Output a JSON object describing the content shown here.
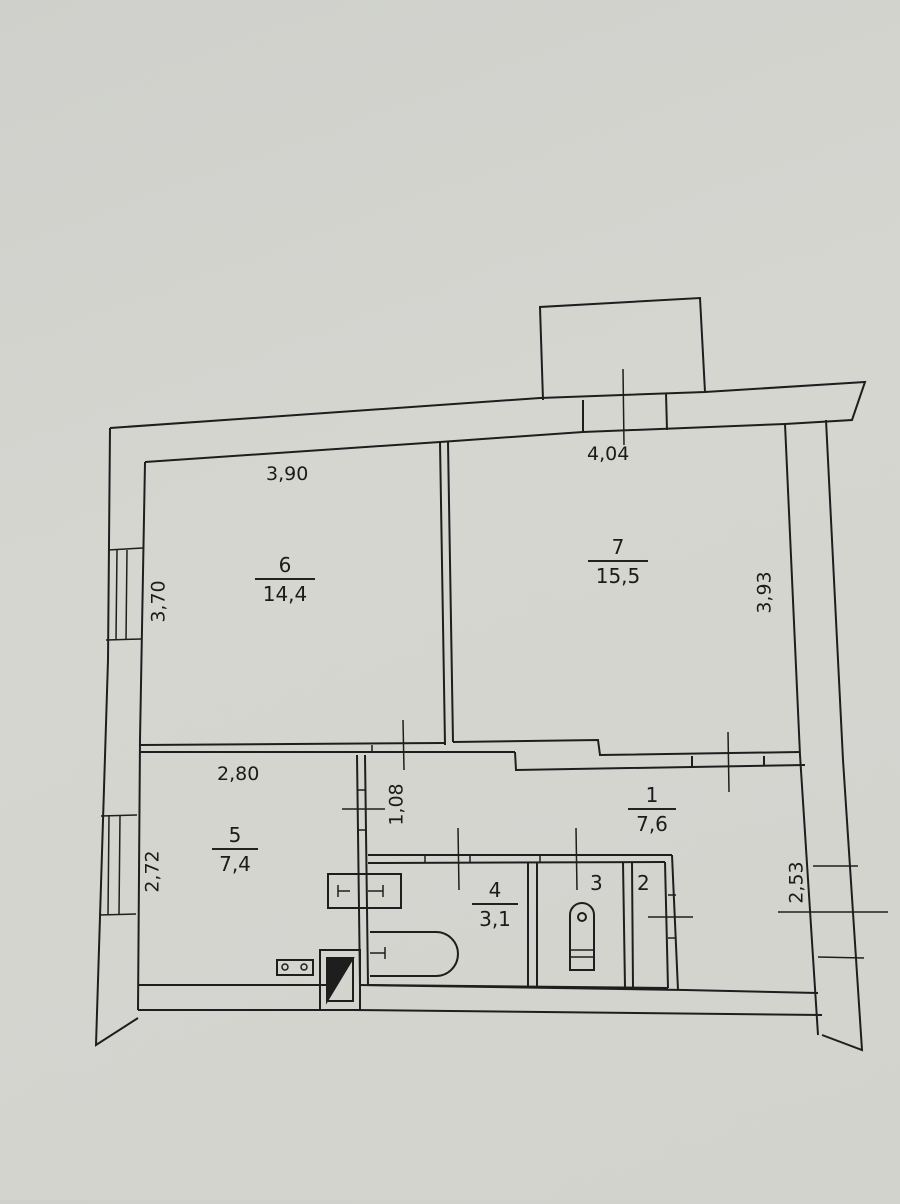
{
  "plan": {
    "type": "apartment floor plan",
    "colors": {
      "paper": "#d3d3ce",
      "ink": "#1b1b1b"
    },
    "rooms": [
      {
        "id": "1",
        "area": "7,6"
      },
      {
        "id": "2"
      },
      {
        "id": "3"
      },
      {
        "id": "4",
        "area": "3,1"
      },
      {
        "id": "5",
        "area": "7,4"
      },
      {
        "id": "6",
        "area": "14,4"
      },
      {
        "id": "7",
        "area": "15,5"
      }
    ],
    "dimensions": {
      "room6_width": "3,90",
      "room6_height": "3,70",
      "room7_width": "4,04",
      "room7_height": "3,93",
      "room5_width": "2,80",
      "room5_height": "2,72",
      "corridor_width": "1,08",
      "room1_height": "2,53"
    },
    "fixtures": [
      "bathtub",
      "sink",
      "toilet",
      "stove",
      "boiler",
      "balcony",
      "windows",
      "doors"
    ]
  }
}
